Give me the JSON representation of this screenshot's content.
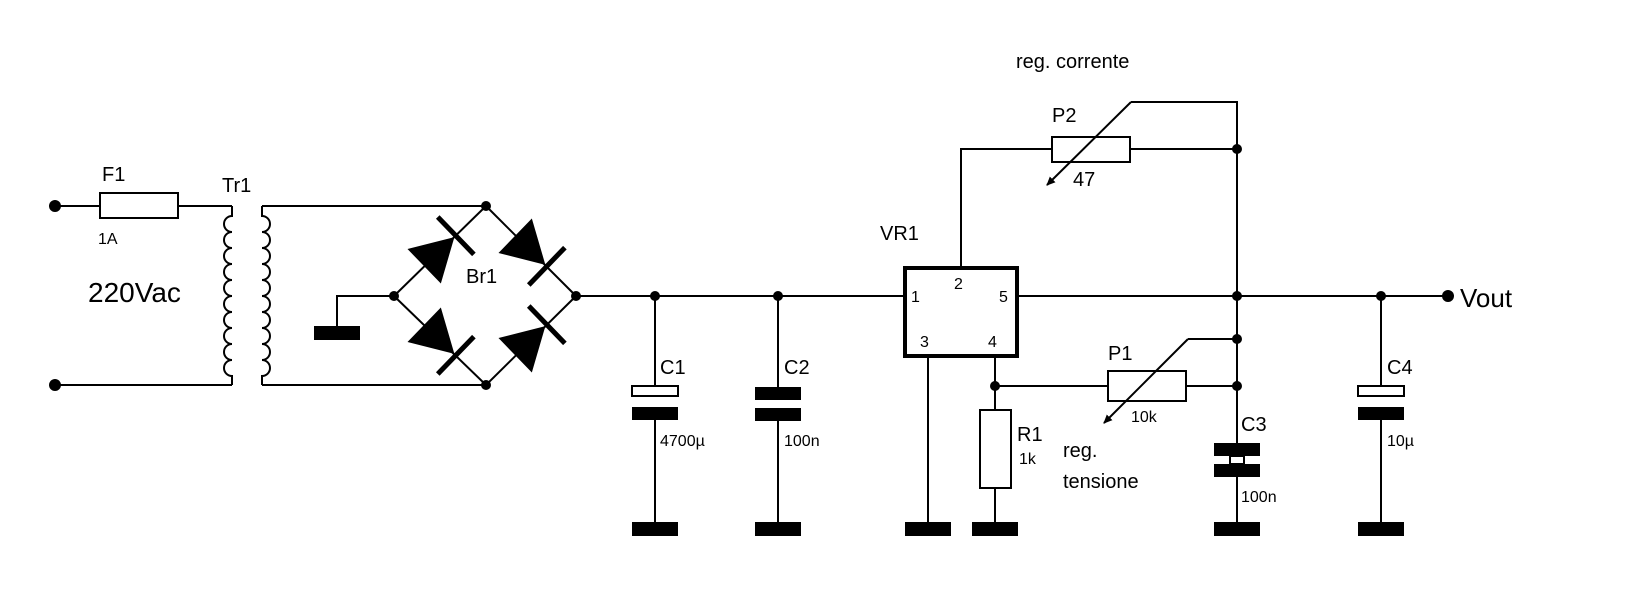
{
  "components": {
    "fuse": {
      "ref": "F1",
      "value": "1A"
    },
    "transformer": {
      "ref": "Tr1",
      "input_label": "220Vac"
    },
    "bridge": {
      "ref": "Br1"
    },
    "c1": {
      "ref": "C1",
      "value": "4700µ"
    },
    "c2": {
      "ref": "C2",
      "value": "100n"
    },
    "regulator": {
      "ref": "VR1",
      "pins": {
        "p1": "1",
        "p2": "2",
        "p3": "3",
        "p4": "4",
        "p5": "5"
      }
    },
    "p2": {
      "ref": "P2",
      "value": "47",
      "note": "reg. corrente"
    },
    "p1": {
      "ref": "P1",
      "value": "10k",
      "note_line1": "reg.",
      "note_line2": "tensione"
    },
    "r1": {
      "ref": "R1",
      "value": "1k"
    },
    "c3": {
      "ref": "C3",
      "value": "100n"
    },
    "c4": {
      "ref": "C4",
      "value": "10µ"
    }
  },
  "output_label": "Vout"
}
